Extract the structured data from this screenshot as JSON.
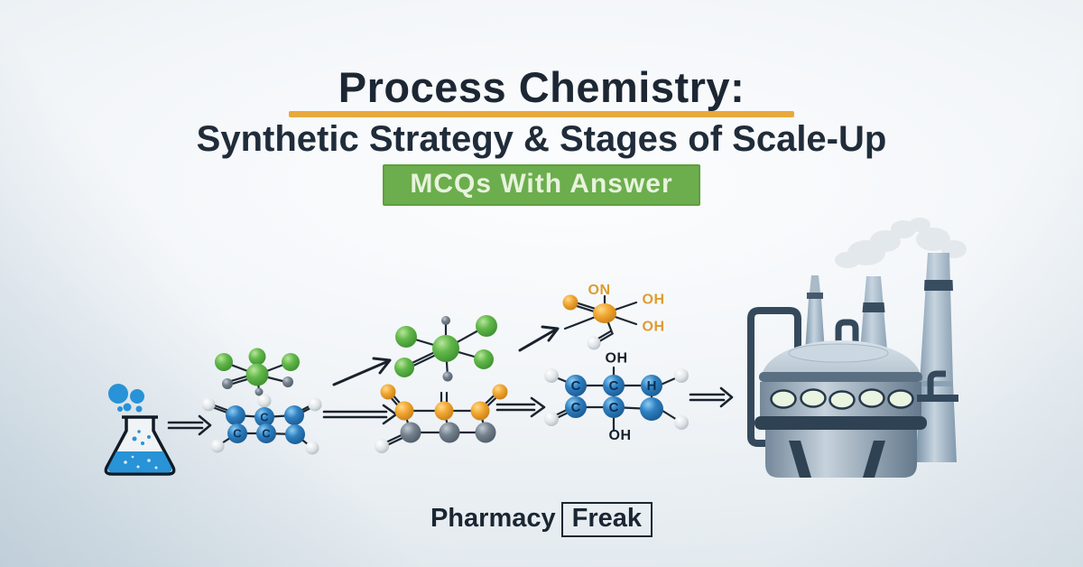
{
  "header": {
    "title": "Process Chemistry:",
    "subtitle": "Synthetic Strategy & Stages of Scale-Up",
    "badge_label": "MCQs With Answer"
  },
  "atoms": {
    "carbon": "C",
    "hydrogen": "H",
    "nitroso": "ON",
    "hydroxyl": "OH"
  },
  "footer": {
    "brand_name": "Pharmacy",
    "brand_suffix": "Freak"
  },
  "colors": {
    "title_text": "#1D2734",
    "title_underline": "#E9A83B",
    "badge_background": "#6CAD4D",
    "badge_border": "#5F9F40",
    "badge_text": "#E7F3DC",
    "molecule_green": "#62B84B",
    "molecule_blue": "#2F80C2",
    "molecule_orange": "#F2A833",
    "molecule_slate": "#76838F",
    "flask_liquid": "#2893D6",
    "factory_steel": "#9DB1C2",
    "factory_dark": "#2E4254",
    "porthole_green": "#E9F4E1",
    "background_center": "#F4F7F9",
    "background_edge": "#DCE4EA"
  }
}
